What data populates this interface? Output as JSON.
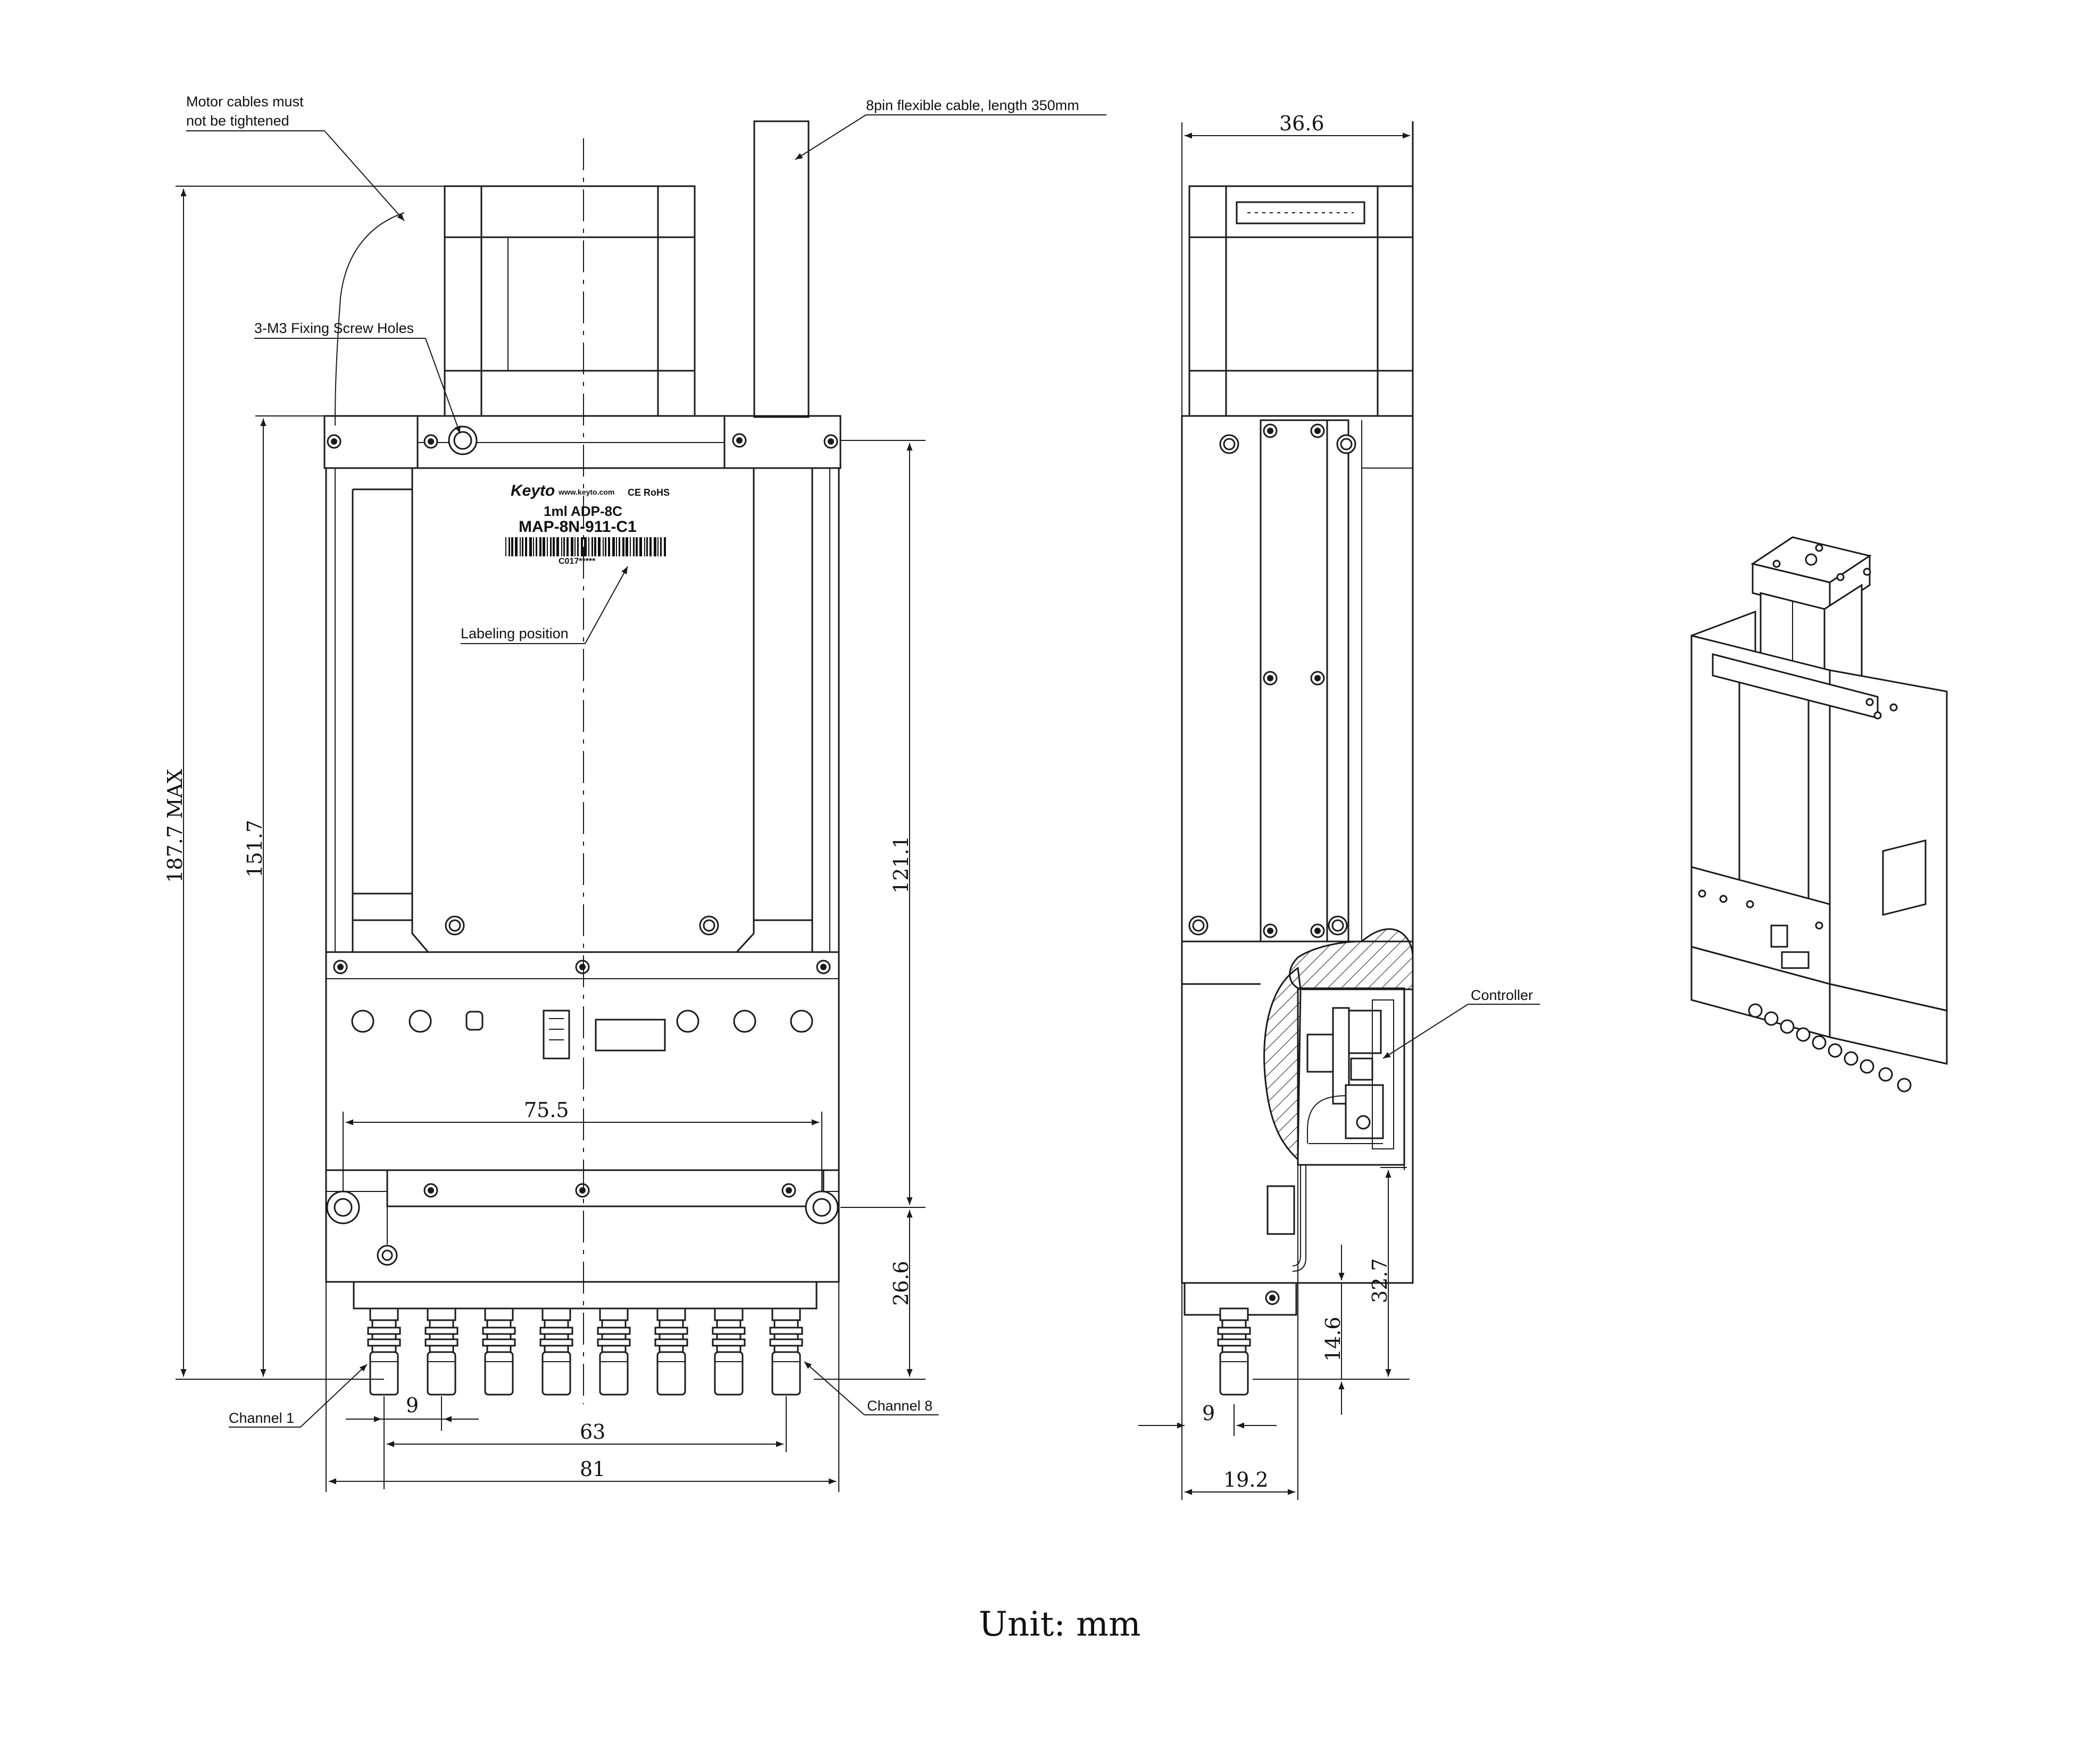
{
  "notes": {
    "motor_cables": "Motor cables must",
    "motor_cables_2": "not be tightened",
    "flex_cable": "8pin flexible cable, length 350mm",
    "screw_holes": "3-M3 Fixing Screw Holes",
    "labeling": "Labeling position",
    "channel_1": "Channel 1",
    "channel_8": "Channel 8",
    "controller": "Controller"
  },
  "label": {
    "brand": "Keyto",
    "website": "www.keyto.com",
    "marks": "CE RoHS",
    "model": "1ml ADP-8C",
    "part_number": "MAP-8N-911-C1",
    "serial": "C017*****"
  },
  "dimensions": {
    "total_height": "187.7 MAX",
    "body_height": "151.7",
    "mount_to_hole": "121.1",
    "hole_to_bottom": "26.6",
    "hole_spacing": "75.5",
    "channel_pitch": "9",
    "channel_span": "63",
    "total_width": "81",
    "side_depth": "36.6",
    "side_tip_offset": "9",
    "side_tip_width": "19.2",
    "side_height_1": "32.7",
    "side_height_2": "14.6"
  },
  "unit": "Unit: mm"
}
